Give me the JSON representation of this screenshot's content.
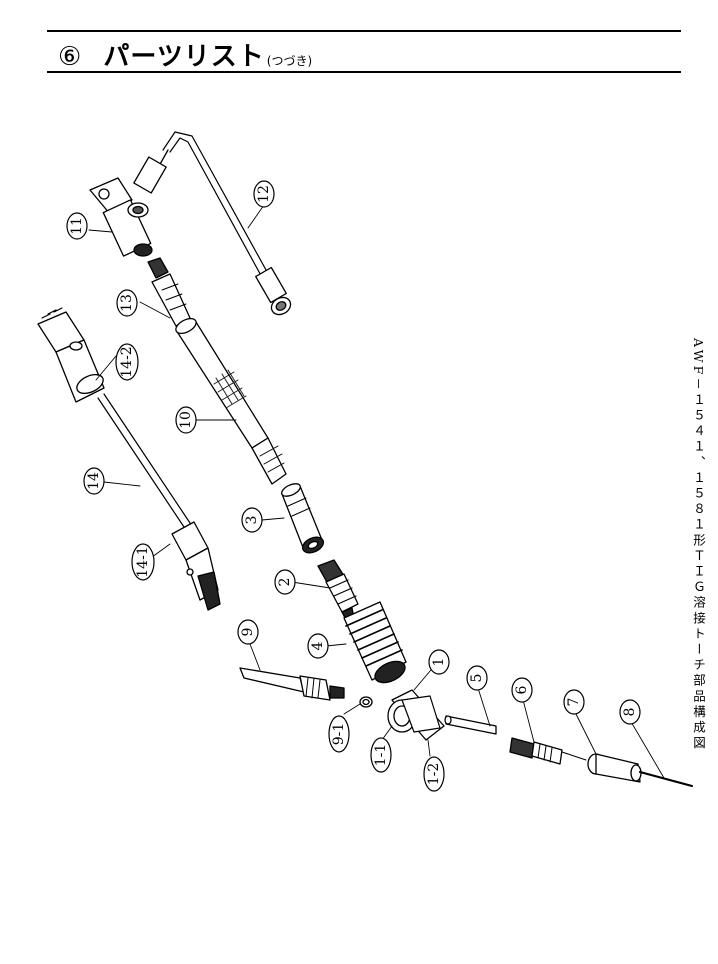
{
  "header": {
    "number": "⑥",
    "title": "パーツリスト",
    "subtitle": "(つづき)"
  },
  "side_caption": "AWF－１５４１、１５８１形ＴＩＧ溶接トーチ部品構成図",
  "callouts": [
    "1",
    "1-1",
    "1-2",
    "2",
    "3",
    "4",
    "5",
    "6",
    "7",
    "8",
    "9",
    "9-1",
    "10",
    "11",
    "12",
    "13",
    "14",
    "14-1",
    "14-2"
  ]
}
